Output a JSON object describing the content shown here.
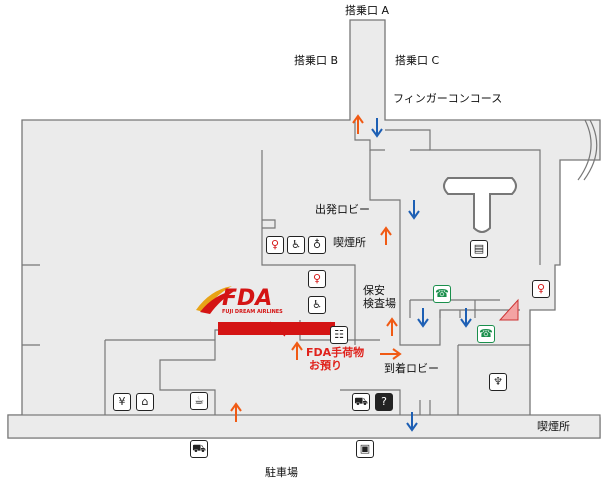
{
  "labels": {
    "gate_a": "搭乗口 A",
    "gate_b": "搭乗口 B",
    "gate_c": "搭乗口 C",
    "finger_concourse": "フィンガーコンコース",
    "departure_lobby": "出発ロビー",
    "smoking_area_1": "喫煙所",
    "security_check_line1": "保安",
    "security_check_line2": "検査場",
    "fda_baggage_line1": "FDA手荷物",
    "fda_baggage_line2": "お預り",
    "arrival_lobby": "到着ロビー",
    "smoking_area_2": "喫煙所",
    "parking": "駐車場"
  },
  "logo": {
    "brand": "FDA",
    "tagline": "FUJI DREAM AIRLINES"
  },
  "colors": {
    "floor_fill": "#ebebeb",
    "wall": "#777777",
    "up_arrow": "#f05a14",
    "down_arrow": "#1d5fb4",
    "counter": "#d41414",
    "accent_red": "#e0221c",
    "phone_green": "#1a8f4c"
  },
  "icons": [
    "restroom-icon",
    "wheelchair-icon",
    "baby-bottle-icon",
    "phone-icon",
    "restaurant-icon",
    "currency-exchange-icon",
    "gift-shop-icon",
    "cafe-icon",
    "taxi-icon",
    "information-icon",
    "bus-icon",
    "locker-icon",
    "stairs-icon"
  ]
}
